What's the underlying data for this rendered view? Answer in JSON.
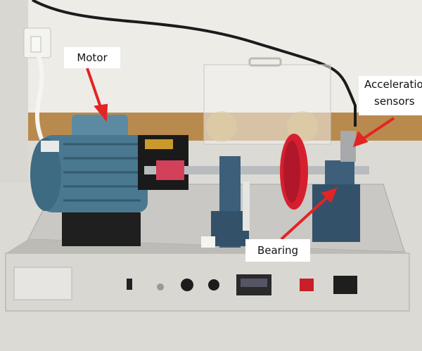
{
  "annotations": {
    "motor": "Motor",
    "acceleration_line1": "Acceleratio",
    "acceleration_line2": "sensors",
    "bearing": "Bearing"
  },
  "colors": {
    "arrow": "#e32424",
    "motor_body": "#4a7891",
    "flywheel": "#d61f2e",
    "bearing_housing": "#3d5f7a",
    "panel": "#d9d7d2",
    "cable": "#1b1b1b",
    "wall_panel": "#b98a4e"
  },
  "icons": [
    "power-button-icon",
    "display-meter-icon",
    "switch-icon",
    "knob-icon"
  ]
}
